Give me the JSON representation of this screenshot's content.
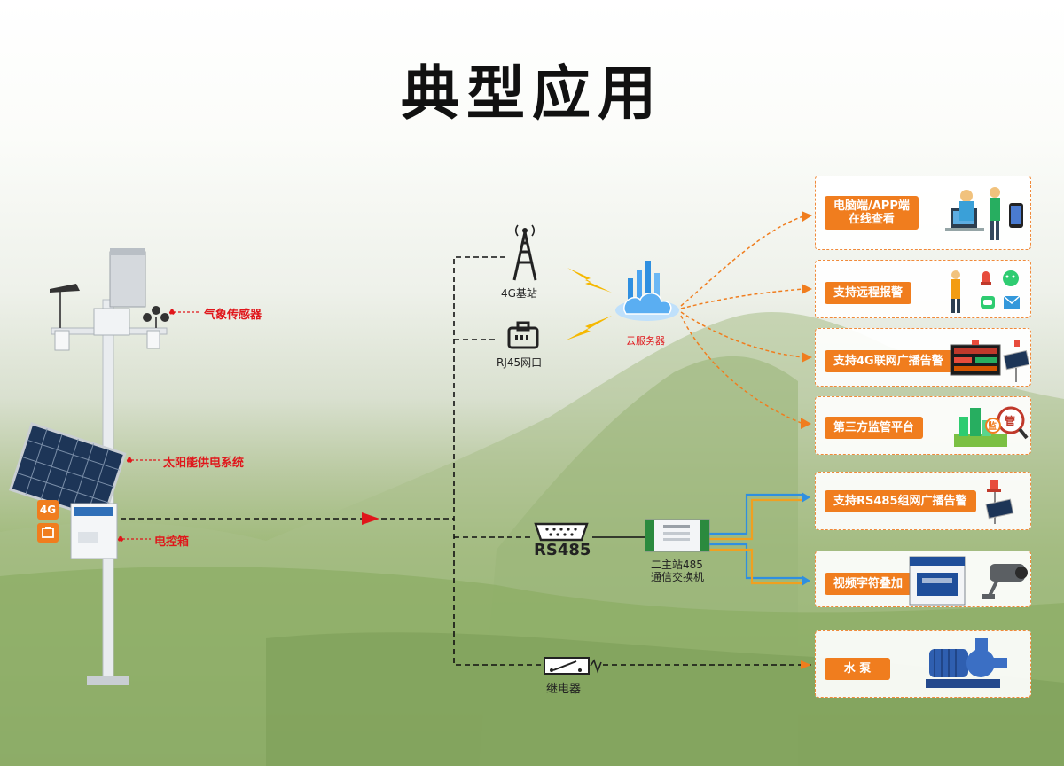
{
  "title": "典型应用",
  "station_labels": {
    "weather_sensor": "气象传感器",
    "solar_power": "太阳能供电系统",
    "control_box": "电控箱",
    "badge_4g": "4G"
  },
  "network": {
    "base_station": "4G基站",
    "rj45": "RJ45网口",
    "cloud_server": "云服务器",
    "rs485": "RS485",
    "switch_line1": "二主站485",
    "switch_line2": "通信交换机",
    "relay": "继电器"
  },
  "cards": [
    {
      "line1": "电脑端/APP端",
      "line2": "在线查看"
    },
    {
      "line1": "支持远程报警"
    },
    {
      "line1": "支持4G联网广播告警"
    },
    {
      "line1": "第三方监管平台"
    },
    {
      "line1": "支持RS485组网广播告警"
    },
    {
      "line1": "视频字符叠加"
    },
    {
      "line1": "水 泵"
    }
  ],
  "colors": {
    "accent": "#f07d1e",
    "label_red": "#e0161b",
    "line_blue": "#2f8fe0",
    "line_orange": "#f0a020"
  }
}
